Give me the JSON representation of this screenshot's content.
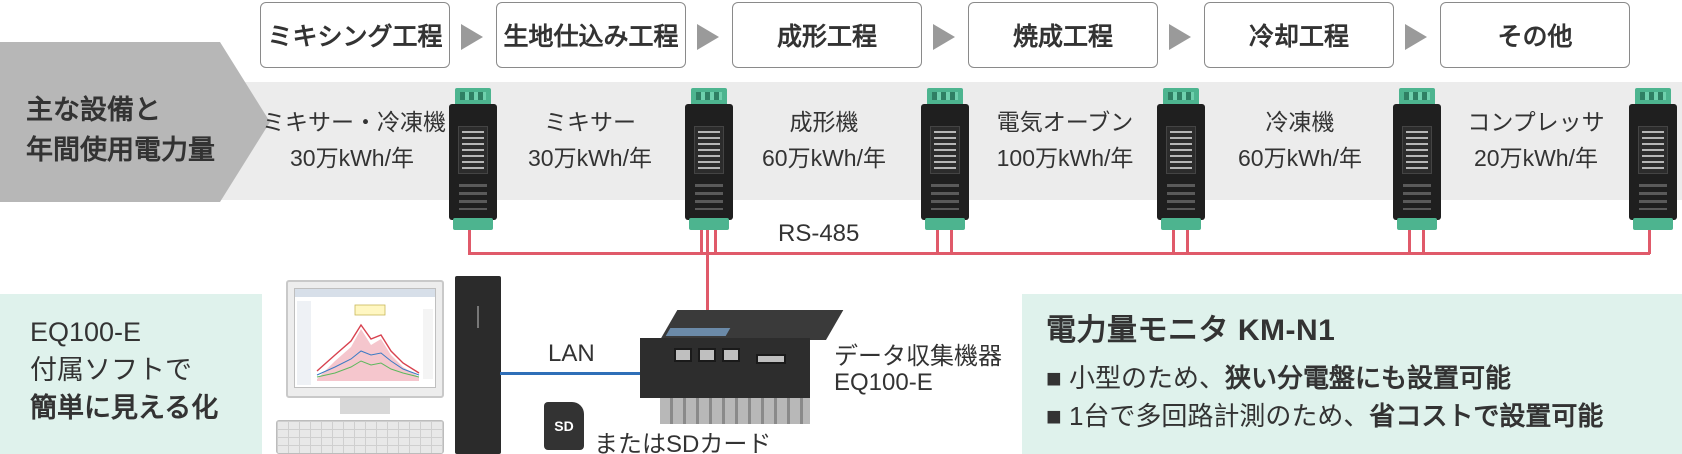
{
  "process_steps": [
    {
      "label": "ミキシング工程"
    },
    {
      "label": "生地仕込み工程"
    },
    {
      "label": "成形工程"
    },
    {
      "label": "焼成工程"
    },
    {
      "label": "冷却工程"
    },
    {
      "label": "その他"
    }
  ],
  "equipment_band": {
    "label_line1": "主な設備と",
    "label_line2": "年間使用電力量",
    "items": [
      {
        "name": "ミキサー・冷凍機",
        "usage": "30万kWh/年"
      },
      {
        "name": "ミキサー",
        "usage": "30万kWh/年"
      },
      {
        "name": "成形機",
        "usage": "60万kWh/年"
      },
      {
        "name": "電気オーブン",
        "usage": "100万kWh/年"
      },
      {
        "name": "冷凍機",
        "usage": "60万kWh/年"
      },
      {
        "name": "コンプレッサ",
        "usage": "20万kWh/年"
      }
    ]
  },
  "network": {
    "rs485_label": "RS-485",
    "lan_label": "LAN"
  },
  "left_panel": {
    "line1": "EQ100-E",
    "line2": "付属ソフトで",
    "line3": "簡単に見える化"
  },
  "collector": {
    "line1": "データ収集機器",
    "line2": "EQ100-E",
    "sd_card_text": "SD",
    "sd_label": "またはSDカード"
  },
  "right_panel": {
    "title": "電力量モニタ KM-N1",
    "bullet_mark": "■",
    "bullet1_normal": "小型のため、",
    "bullet1_bold": "狭い分電盤にも設置可能",
    "bullet2_normal": "1台で多回路計測のため、",
    "bullet2_bold": "省コストで設置可能"
  },
  "colors": {
    "wire_red": "#e05a6a",
    "wire_blue": "#2f6fb8",
    "panel_bg": "#dff2ec",
    "band_bg": "#ececec",
    "label_bg": "#b7b7b7",
    "module_terminal": "#4db48f"
  }
}
